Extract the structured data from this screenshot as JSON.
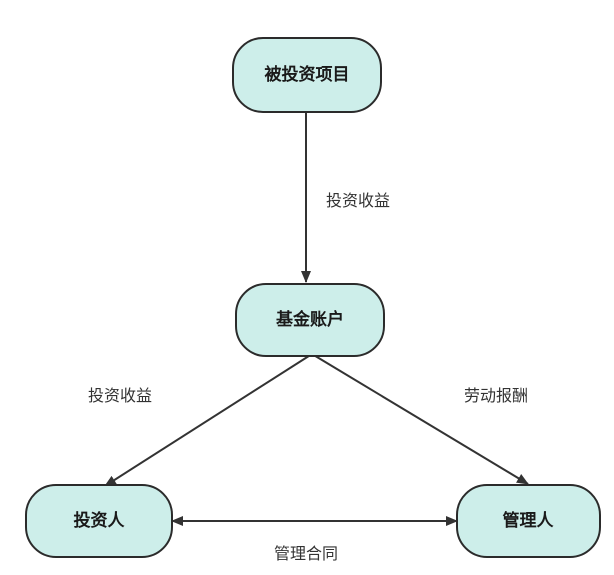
{
  "colors": {
    "node_fill": "#cdeeea",
    "node_stroke": "#2b2b2b",
    "edge": "#333333"
  },
  "nodes": {
    "project": "被投资项目",
    "fund": "基金账户",
    "investor": "投资人",
    "manager": "管理人"
  },
  "edges": {
    "project_to_fund": "投资收益",
    "fund_to_investor": "投资收益",
    "fund_to_manager": "劳动报酬",
    "investor_manager": "管理合同"
  }
}
